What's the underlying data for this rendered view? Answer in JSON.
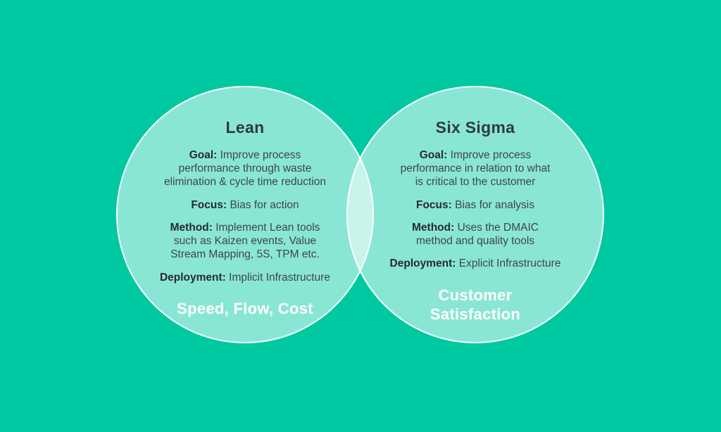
{
  "colors": {
    "background": "#00C9A1",
    "circle-fill": "rgba(255,255,255,0.54)",
    "circle-border": "rgba(255,255,255,0.9)",
    "title-text": "#313A3D",
    "body-text": "#3C4649",
    "label-text": "#242B2D",
    "highlight-text": "#FFFFFF"
  },
  "venn": {
    "left": {
      "title": "Lean",
      "items": [
        {
          "label": "Goal:",
          "text": "Improve process\nperformance through waste\nelimination & cycle time reduction"
        },
        {
          "label": "Focus:",
          "text": "Bias for action"
        },
        {
          "label": "Method:",
          "text": "Implement Lean tools\nsuch as Kaizen events, Value\nStream Mapping, 5S, TPM etc."
        },
        {
          "label": "Deployment:",
          "text": "Implicit Infrastructure"
        }
      ],
      "highlight": "Speed, Flow, Cost"
    },
    "right": {
      "title": "Six Sigma",
      "items": [
        {
          "label": "Goal:",
          "text": "Improve process\nperformance in relation to what\nis critical to the customer"
        },
        {
          "label": "Focus:",
          "text": "Bias for analysis"
        },
        {
          "label": "Method:",
          "text": "Uses the DMAIC\nmethod and quality tools"
        },
        {
          "label": "Deployment:",
          "text": "Explicit Infrastructure"
        }
      ],
      "highlight": "Customer\nSatisfaction"
    }
  }
}
